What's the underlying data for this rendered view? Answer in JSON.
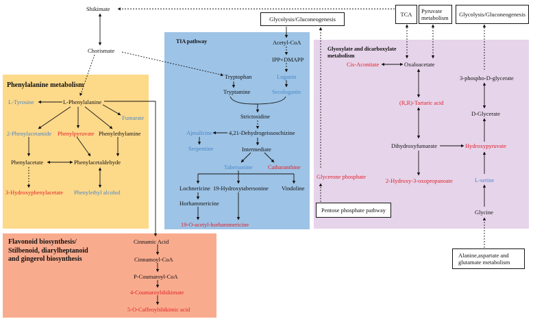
{
  "panels": {
    "phenylalanine_title": "Phenylalanine metabolism",
    "tia_title": "TIA pathway",
    "glyoxylate_title": "Glyoxylate and dicarboxylate metabolism",
    "flavonoid_title": "Flavonoid biosynthesis/ Stilbenoid, diarylheptanoid and gingerol biosynthesis"
  },
  "boxes": {
    "glycolysis_center": "Glycolysis/Gluconeogenesis",
    "tca": "TCA",
    "pyruvate": "Pyruvate metabolism",
    "glycolysis_right": "Glycolysis/Gluconeogenesis",
    "pentose": "Pentose phosphate pathway",
    "alanine": "Alanine,aspartate and glutamate metabolism"
  },
  "nodes": {
    "shikimate": "Shikimate",
    "chorismate": "Chorismate",
    "l_tyrosine": "L-Tyrosine",
    "l_phenylalanine": "L-Phenylalanine",
    "fumarate": "Fumarate",
    "phenylacetamide": "2-Phenylacetamide",
    "phenylpyruvate": "Phenylpyruvate",
    "phenylethylamine": "Phenylethylamine",
    "phenylacetate": "Phenylacetate",
    "phenylacetaldehyde": "Phenylacetaldehyde",
    "hydroxyphenylacetate": "3-Hydroxyphenylacetate",
    "phenylethyl_alcohol": "Phenylethyl alcohol",
    "acetyl_coa": "Acetyl-CoA",
    "ipp_dmapp": "IPP+DMAPP",
    "loganin": "Loganin",
    "secologanin": "Secologanin",
    "tryptophan": "Tryptophan",
    "tryptamine": "Tryptamine",
    "strictosidine": "Strictosidine",
    "ajmalicine": "Ajmalicine",
    "dehydrogeissoschizine": "4,21-Dehydrogeissoschizine",
    "serpentine": "Serpentine",
    "intermediate": "Intermediate",
    "tabersonine": "Tabersonine",
    "catharanthine": "Catharanthine",
    "lochnericine": "Lochnericine",
    "hydroxytabersonine": "19-Hydroxytabersonine",
    "vindoline": "Vindoline",
    "horhammericine": "Horhammericine",
    "acetyl_horhammericine": "19-O-acetyl-horhammericine",
    "cis_aconitate": "Cis-Aconitate",
    "oxaloacetate": "Oxaloacetate",
    "tartaric_acid": "(R,R)-Tartaric acid",
    "dihydroxyfumarate": "Dihydroxyfumarate",
    "hydroxypyruvate": "Hydroxypyruvate",
    "oxopropanoate": "2-Hydroxy-3-oxopropanoate",
    "phospho_glycerate": "3-phospho-D-glycerate",
    "d_glycerate": "D-Glycerate",
    "l_serine": "L-serine",
    "glycine": "Glycine",
    "glycerone_phosphate": "Glycerone phosphate",
    "cinnamic_acid": "Cinnamic Acid",
    "cinnamoyl_coa": "Cinnamoyl-CoA",
    "p_coumaroyl_coa": "P-Coumaroyl-CoA",
    "coumaroylshikimate": "4-Coumaroylshikimate",
    "caffeoylshikimic": "5-O-Caffeoylshikimic acid"
  },
  "colors": {
    "phenylalanine_bg": "#fdd98a",
    "tia_bg": "#9dc3e6",
    "glyoxylate_bg": "#e6d4ea",
    "flavonoid_bg": "#f9ab8e",
    "blue_text": "#4a86c8",
    "red_text": "#e0202a"
  }
}
